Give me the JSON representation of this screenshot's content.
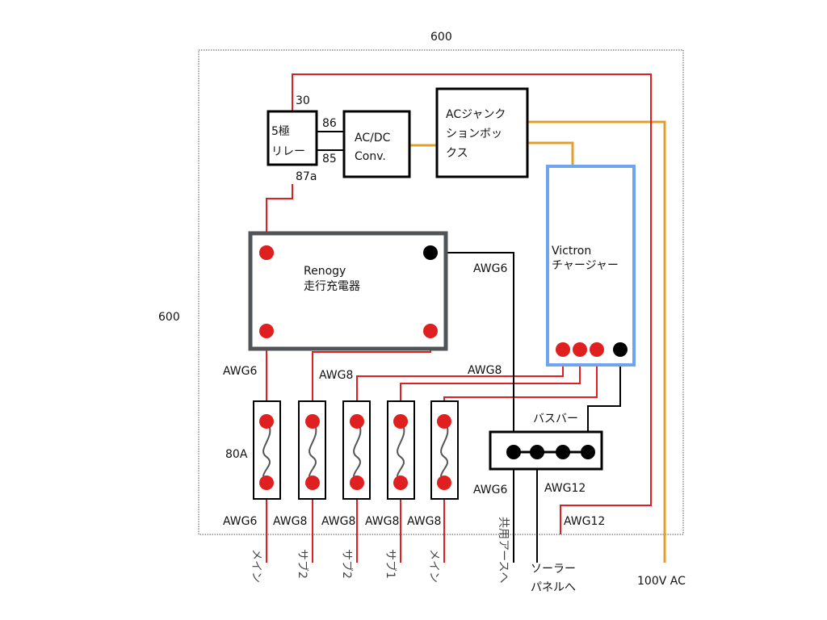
{
  "dims": {
    "top": "600",
    "left": "600"
  },
  "boxes": {
    "relay": {
      "line1": "5極",
      "line2": "リレー"
    },
    "acdc": {
      "line1": "AC/DC",
      "line2": "Conv."
    },
    "junction": {
      "line1": "ACジャンク",
      "line2": "ションボッ",
      "line3": "クス"
    },
    "renogy": {
      "line1": "Renogy",
      "line2": "走行充電器"
    },
    "victron": {
      "line1": "Victron",
      "line2": "チャージャー"
    },
    "busbar": {
      "label": "バスバー"
    }
  },
  "relay_pins": {
    "p30": "30",
    "p86": "86",
    "p85": "85",
    "p87a": "87a"
  },
  "wire_labels": {
    "awg6_renogy": "AWG6",
    "awg6_main": "AWG6",
    "awg8_sub": "AWG8",
    "awg8_victron": "AWG8",
    "awg6_ground": "AWG6",
    "awg12_solar": "AWG12",
    "awg12_ac": "AWG12",
    "fuse_rating": "80A"
  },
  "fuse_bottom_labels": [
    "AWG6",
    "AWG8",
    "AWG8",
    "AWG8",
    "AWG8"
  ],
  "outputs": {
    "main1": "メイン",
    "sub2a": "サブ2",
    "sub2b": "サブ2",
    "sub1": "サブ1",
    "main2": "メイン",
    "ground": "共用アースへ",
    "solar_line1": "ソーラー",
    "solar_line2": "パネルへ",
    "ac_in": "100V AC"
  },
  "colors": {
    "red": "#e02020",
    "black": "#000000",
    "ac": "#e0a030",
    "renogy_border": "#505458",
    "victron_border": "#6ea4f0",
    "fuse_coil": "#555555"
  }
}
